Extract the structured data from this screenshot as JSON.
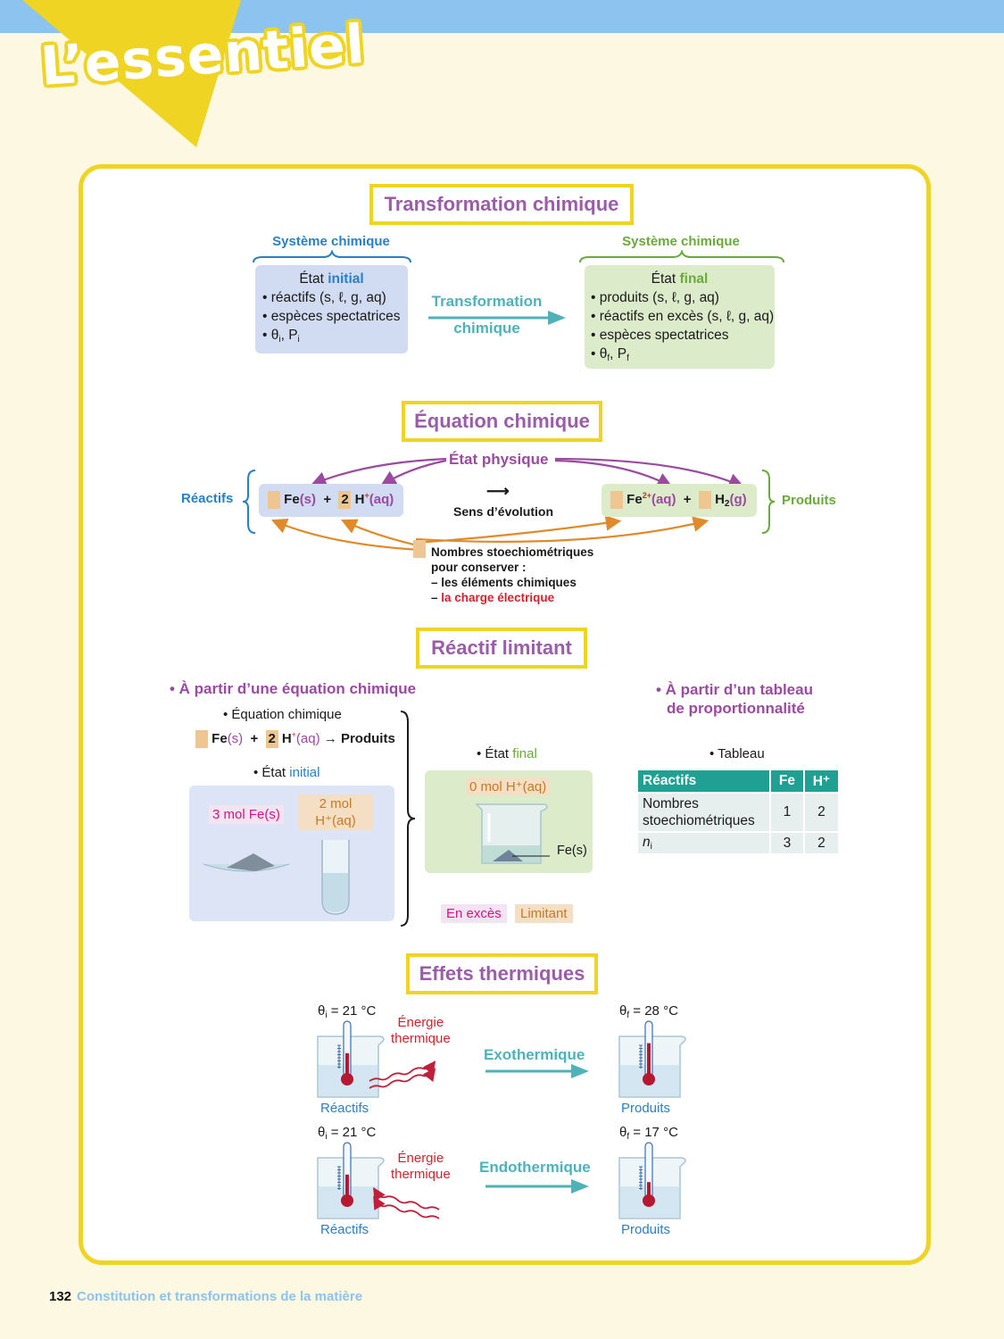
{
  "header": {
    "logo_text": "L’essentiel",
    "colors": {
      "band": "#8dc3ef",
      "yellow": "#f0d424",
      "background": "#fdf8e2"
    }
  },
  "sections": {
    "transformation": {
      "title": "Transformation chimique",
      "left_label": "Système chimique",
      "right_label": "Système chimique",
      "initial": {
        "heading_prefix": "État ",
        "heading_accent": "initial",
        "items": [
          "réactifs (s, ℓ, g, aq)",
          "espèces spectatrices"
        ],
        "theta_item": {
          "theta": "θ",
          "theta_sub": "i",
          "sep": ", P",
          "p_sub": "i"
        }
      },
      "arrow_label_1": "Transformation",
      "arrow_label_2": "chimique",
      "final": {
        "heading_prefix": "État ",
        "heading_accent": "final",
        "items": [
          "produits (s, ℓ, g, aq)",
          "réactifs en excès (s, ℓ, g, aq)",
          "espèces spectatrices"
        ],
        "theta_item": {
          "theta": "θ",
          "theta_sub": "f",
          "sep": ", P",
          "p_sub": "f"
        }
      }
    },
    "equation": {
      "title": "Équation chimique",
      "etat_physique": "État physique",
      "reactifs_label": "Réactifs",
      "produits_label": "Produits",
      "sens": "Sens d’évolution",
      "sens_arrow": "⟶",
      "left_eq": {
        "fe": "Fe",
        "fe_state": "(s)",
        "plus": "+",
        "coef": "2",
        "h": "H",
        "h_charge": "+",
        "h_state": "(aq)"
      },
      "right_eq": {
        "fe": "Fe",
        "fe_charge": "2+",
        "fe_state": "(aq)",
        "plus": "+",
        "h2": "H",
        "h2_sub": "2",
        "h2_state": "(g)"
      },
      "note": {
        "line1": "Nombres stoechiométriques",
        "line2": "pour conserver :",
        "line3": "– les éléments chimiques",
        "line4_dash": "– ",
        "line4_accent": "la charge électrique"
      }
    },
    "limitant": {
      "title": "Réactif limitant",
      "left_heading": "• À partir d’une équation chimique",
      "right_heading_1": "• À partir d’un tableau",
      "right_heading_2": "de proportionnalité",
      "eq_label": "• Équation chimique",
      "eq": {
        "fe": "Fe",
        "fe_state": "(s)",
        "plus": "+",
        "coef": "2",
        "h": "H",
        "h_charge": "+",
        "h_state": "(aq)",
        "arrow": "→",
        "produits": "Produits"
      },
      "initial_label_prefix": "• État ",
      "initial_label_accent": "initial",
      "fe_amount": "3 mol Fe(s)",
      "h_amount_1": "2 mol",
      "h_amount_2": "H⁺(aq)",
      "final_label_prefix": "• État ",
      "final_label_accent": "final",
      "final_amount": "0 mol H⁺(aq)",
      "final_fe_label": "Fe(s)",
      "legend": {
        "excess": "En excès",
        "limiting": "Limitant"
      },
      "table_label": "• Tableau",
      "table": {
        "headers": [
          "Réactifs",
          "Fe",
          "H⁺"
        ],
        "rows": [
          {
            "label_1": "Nombres",
            "label_2": "stoechiométriques",
            "values": [
              "1",
              "2"
            ]
          },
          {
            "label_n": "n",
            "label_sub": "i",
            "values": [
              "3",
              "2"
            ]
          }
        ]
      }
    },
    "thermique": {
      "title": "Effets thermiques",
      "rows": [
        {
          "theta_i": {
            "symbol": "θ",
            "sub": "i",
            "value": " = 21 °C"
          },
          "theta_f": {
            "symbol": "θ",
            "sub": "f",
            "value": " = 28 °C"
          },
          "energy_1": "Énergie",
          "energy_2": "thermique",
          "process": "Exothermique",
          "left_caption": "Réactifs",
          "right_caption": "Produits",
          "level_initial": 0.45,
          "level_final": 0.65
        },
        {
          "theta_i": {
            "symbol": "θ",
            "sub": "i",
            "value": " = 21 °C"
          },
          "theta_f": {
            "symbol": "θ",
            "sub": "f",
            "value": " = 17 °C"
          },
          "energy_1": "Énergie",
          "energy_2": "thermique",
          "process": "Endothermique",
          "left_caption": "Réactifs",
          "right_caption": "Produits",
          "level_initial": 0.45,
          "level_final": 0.3
        }
      ]
    }
  },
  "footer": {
    "page_number": "132",
    "chapter": "Constitution et transformations de la matière"
  }
}
